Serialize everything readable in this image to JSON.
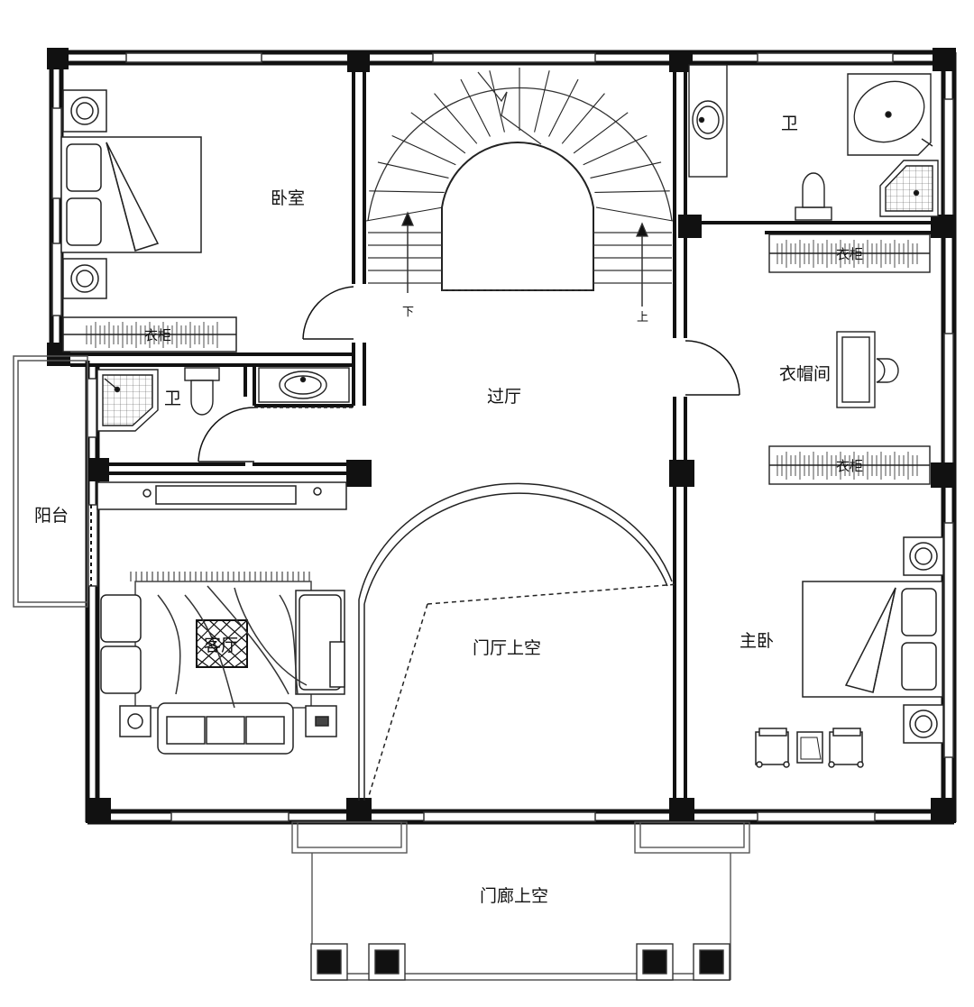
{
  "rooms": {
    "bedroom": "卧室",
    "bath_top_right": "卫",
    "hall": "过厅",
    "bath_left": "卫",
    "cloakroom": "衣帽间",
    "balcony": "阳台",
    "living_room": "客厅",
    "foyer_void": "门厅上空",
    "master_bedroom": "主卧",
    "porch_void": "门廊上空"
  },
  "labels": {
    "wardrobe_1": "衣柜",
    "wardrobe_2": "衣柜",
    "wardrobe_3": "衣柜",
    "stair_down": "下",
    "stair_up": "上"
  },
  "colors": {
    "wall": "#111111",
    "line": "#222222",
    "background": "#ffffff"
  }
}
